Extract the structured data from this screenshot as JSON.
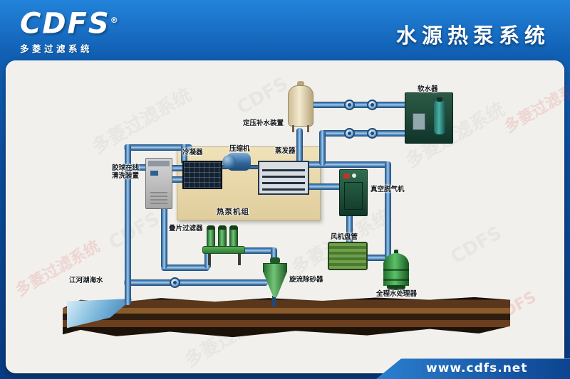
{
  "header": {
    "logo": {
      "text": "CDFS",
      "reg": "®",
      "subtext": "多菱过滤系统"
    },
    "title": "水源热泵系统"
  },
  "footer": {
    "url": "www.cdfs.net"
  },
  "watermark": {
    "text": "CDFS",
    "subtext": "多菱过滤系统"
  },
  "diagram": {
    "labels": {
      "makeup_tank": "定压补水装置",
      "softener": "软水器",
      "ball_cleaner_line1": "胶球在线",
      "ball_cleaner_line2": "清洗装置",
      "condenser": "冷凝器",
      "compressor": "压缩机",
      "evaporator": "蒸发器",
      "heat_pump_unit": "热泵机组",
      "vacuum_degasser": "真空脱气机",
      "disc_filter": "叠片过滤器",
      "fan_coil": "风机盘管",
      "cyclone_separator": "旋流除砂器",
      "water_processor": "全程水处理器",
      "source_water": "江河湖海水"
    },
    "colors": {
      "header_blue": "#1160b4",
      "panel_bg": "#f2f0ec",
      "pipe_blue": "#4a82b8",
      "unit_panel": "#ecdcae",
      "equipment_green": "#2e7a34",
      "cabinet_green": "#12382a",
      "earth_brown": "#59361c",
      "water_blue": "#7cb8dc"
    }
  }
}
